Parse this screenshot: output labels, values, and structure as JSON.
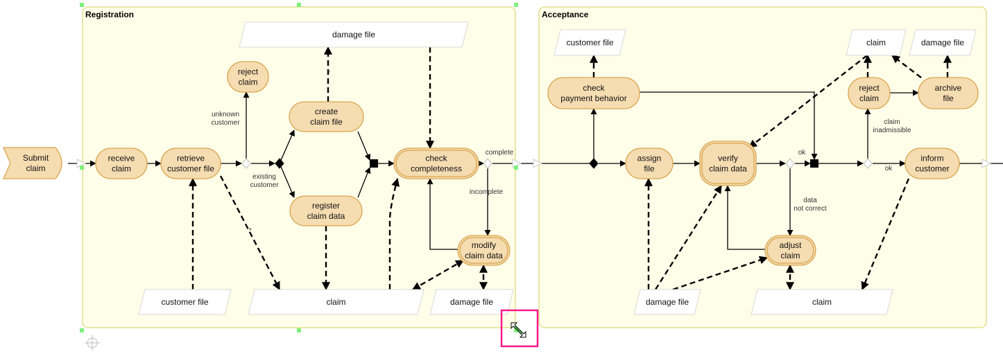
{
  "pools": {
    "registration": "Registration",
    "acceptance": "Acceptance"
  },
  "nodes": {
    "submit_claim": [
      "Submit",
      "claim"
    ],
    "receive_claim": [
      "receive",
      "claim"
    ],
    "retrieve_customer_file": [
      "retrieve",
      "customer file"
    ],
    "reject_claim_1": [
      "reject",
      "claim"
    ],
    "create_claim_file": [
      "create",
      "claim file"
    ],
    "register_claim_data": [
      "register",
      "claim data"
    ],
    "check_completeness": [
      "check",
      "completeness"
    ],
    "modify_claim_data": [
      "modify",
      "claim data"
    ],
    "check_payment_behavior": [
      "check",
      "payment behavior"
    ],
    "assign_file": [
      "assign",
      "file"
    ],
    "verify_claim_data": [
      "verify",
      "claim data"
    ],
    "adjust_claim": [
      "adjust",
      "claim"
    ],
    "reject_claim_2": [
      "reject",
      "claim"
    ],
    "archive_file": [
      "archive",
      "file"
    ],
    "inform_customer": [
      "inform",
      "customer"
    ]
  },
  "data_objects": {
    "damage_file_top": [
      "damage file"
    ],
    "customer_file_1": [
      "customer file"
    ],
    "claim_1": [
      "claim"
    ],
    "damage_file_1": [
      "damage file"
    ],
    "customer_file_2": [
      "customer file"
    ],
    "claim_top": [
      "claim"
    ],
    "damage_file_top2": [
      "damage file"
    ],
    "damage_file_2": [
      "damage file"
    ],
    "claim_2": [
      "claim"
    ]
  },
  "edge_labels": {
    "unknown_customer": [
      "unknown",
      "customer"
    ],
    "existing_customer": [
      "existing",
      "customer"
    ],
    "star_1": [
      "*"
    ],
    "star_2": [
      "*"
    ],
    "complete": [
      "complete"
    ],
    "incomplete": [
      "incomplete"
    ],
    "ok_1": [
      "ok"
    ],
    "ok_2": [
      "ok"
    ],
    "data_not_correct": [
      "data",
      "not correct"
    ],
    "claim_inadmissible": [
      "claim",
      "inadmissible"
    ]
  },
  "colors": {
    "function_fill": "#f5dcb1",
    "function_stroke": "#d9a54e",
    "pool_fill": "#fefee9",
    "pool_stroke": "#e2df8e",
    "selection_handle": "#7df07d",
    "highlight_box": "#ff1a8c"
  },
  "icons": {
    "cursor": "resize-diagonal-cursor-icon",
    "pool_anchor": "crosshair-icon"
  }
}
